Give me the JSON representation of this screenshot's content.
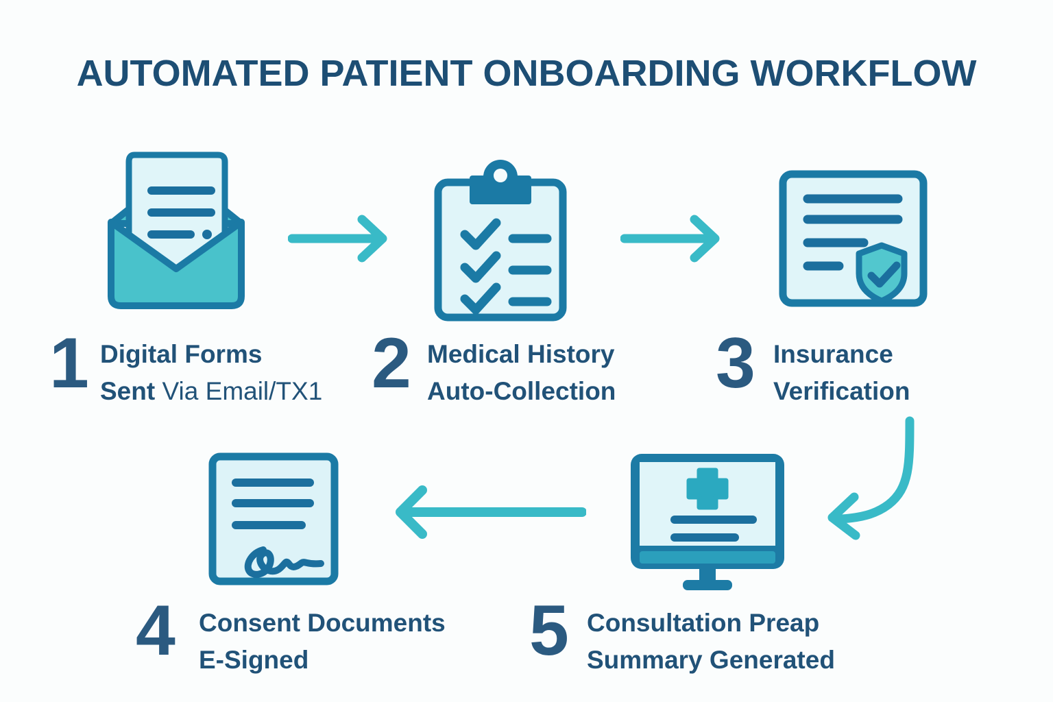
{
  "title": "AUTOMATED PATIENT ONBOARDING WORKFLOW",
  "colors": {
    "background": "#fbfdfd",
    "heading_text": "#1d4e74",
    "step_text": "#215278",
    "step_number": "#2b5a80",
    "icon_outline": "#1b7aa5",
    "icon_fill_pale": "#e0f5f9",
    "icon_fill_teal": "#49c2cb",
    "arrow": "#39bac7"
  },
  "steps": [
    {
      "number": "1",
      "icon": "envelope-open-letter-icon",
      "line1": "Digital Forms",
      "line2_emphasis": "Sent",
      "line2_regular": "Via Email/TX1"
    },
    {
      "number": "2",
      "icon": "clipboard-checklist-icon",
      "line1": "Medical History",
      "line2": "Auto-Collection"
    },
    {
      "number": "3",
      "icon": "document-shield-check-icon",
      "line1": "Insurance",
      "line2": "Verification"
    },
    {
      "number": "4",
      "icon": "signed-document-icon",
      "line1": "Consent Documents",
      "line2": "E-Signed"
    },
    {
      "number": "5",
      "icon": "monitor-medical-summary-icon",
      "line1": "Consultation Preap",
      "line2": "Summary Generated"
    }
  ],
  "arrows": [
    {
      "name": "flow-arrow-step1-to-step2",
      "direction": "right"
    },
    {
      "name": "flow-arrow-step2-to-step3",
      "direction": "right"
    },
    {
      "name": "flow-arrow-step3-to-step5",
      "direction": "curved-down-left"
    },
    {
      "name": "flow-arrow-step5-to-step4",
      "direction": "left"
    }
  ]
}
